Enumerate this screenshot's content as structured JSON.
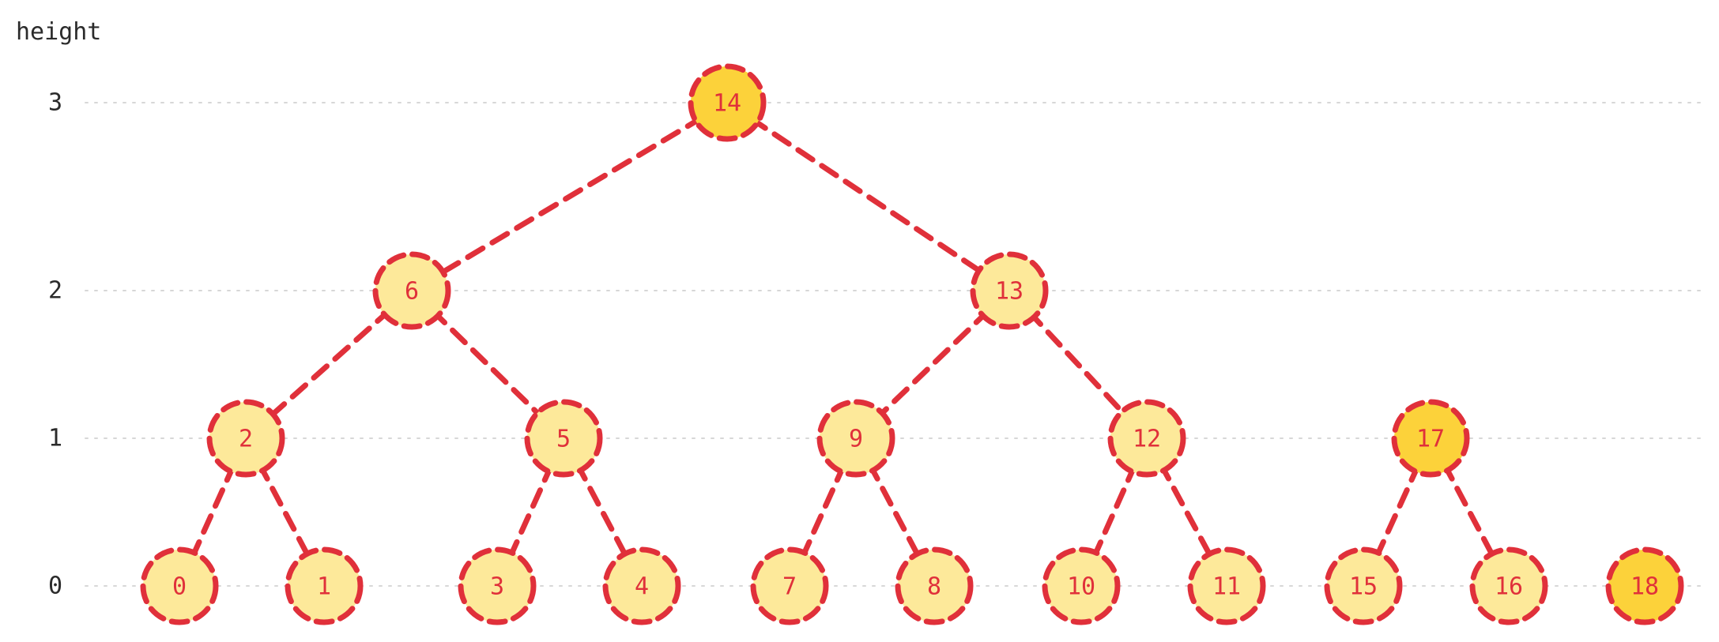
{
  "colors": {
    "edge": "#e0303a",
    "node_stroke": "#e0303a",
    "node_fill": "#fde99a",
    "peak_fill": "#fcd23a",
    "label": "#e0303a",
    "grid": "#d7d7d7",
    "axis_text": "#2b2b2b"
  },
  "chart_data": {
    "type": "tree",
    "ylabel": "height",
    "y_ticks": [
      0,
      1,
      2,
      3
    ],
    "nodes": [
      {
        "id": 0,
        "label": "0",
        "height": 0,
        "peak": false
      },
      {
        "id": 1,
        "label": "1",
        "height": 0,
        "peak": false
      },
      {
        "id": 2,
        "label": "2",
        "height": 1,
        "peak": false
      },
      {
        "id": 3,
        "label": "3",
        "height": 0,
        "peak": false
      },
      {
        "id": 4,
        "label": "4",
        "height": 0,
        "peak": false
      },
      {
        "id": 5,
        "label": "5",
        "height": 1,
        "peak": false
      },
      {
        "id": 6,
        "label": "6",
        "height": 2,
        "peak": false
      },
      {
        "id": 7,
        "label": "7",
        "height": 0,
        "peak": false
      },
      {
        "id": 8,
        "label": "8",
        "height": 0,
        "peak": false
      },
      {
        "id": 9,
        "label": "9",
        "height": 1,
        "peak": false
      },
      {
        "id": 10,
        "label": "10",
        "height": 0,
        "peak": false
      },
      {
        "id": 11,
        "label": "11",
        "height": 0,
        "peak": false
      },
      {
        "id": 12,
        "label": "12",
        "height": 1,
        "peak": false
      },
      {
        "id": 13,
        "label": "13",
        "height": 2,
        "peak": false
      },
      {
        "id": 14,
        "label": "14",
        "height": 3,
        "peak": true
      },
      {
        "id": 15,
        "label": "15",
        "height": 0,
        "peak": false
      },
      {
        "id": 16,
        "label": "16",
        "height": 0,
        "peak": false
      },
      {
        "id": 17,
        "label": "17",
        "height": 1,
        "peak": true
      },
      {
        "id": 18,
        "label": "18",
        "height": 0,
        "peak": true
      }
    ],
    "edges": [
      [
        14,
        6
      ],
      [
        14,
        13
      ],
      [
        6,
        2
      ],
      [
        6,
        5
      ],
      [
        13,
        9
      ],
      [
        13,
        12
      ],
      [
        2,
        0
      ],
      [
        2,
        1
      ],
      [
        5,
        3
      ],
      [
        5,
        4
      ],
      [
        9,
        7
      ],
      [
        9,
        8
      ],
      [
        12,
        10
      ],
      [
        12,
        11
      ],
      [
        17,
        15
      ],
      [
        17,
        16
      ]
    ]
  }
}
